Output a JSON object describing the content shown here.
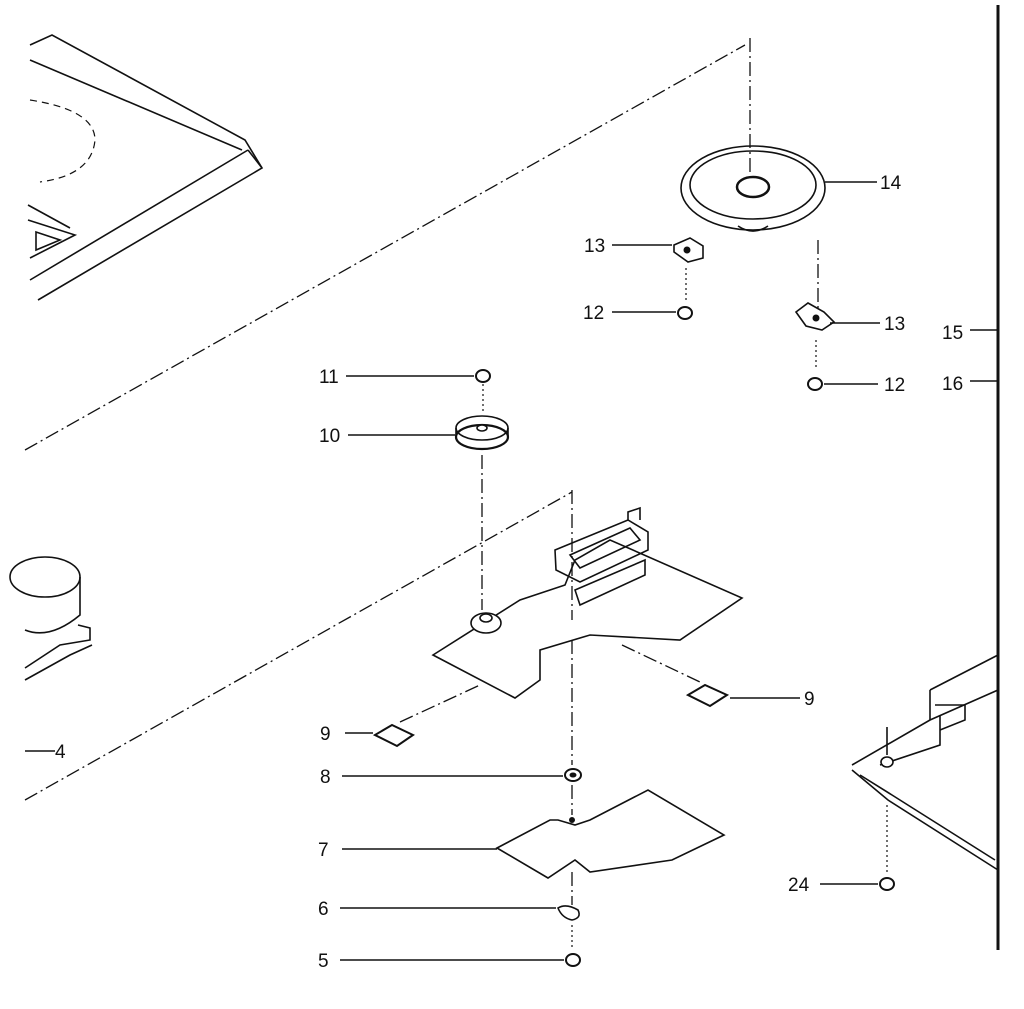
{
  "callouts": [
    {
      "key": "c4",
      "text": "4"
    },
    {
      "key": "c5",
      "text": "5"
    },
    {
      "key": "c6",
      "text": "6"
    },
    {
      "key": "c7",
      "text": "7"
    },
    {
      "key": "c8",
      "text": "8"
    },
    {
      "key": "c9a",
      "text": "9"
    },
    {
      "key": "c9b",
      "text": "9"
    },
    {
      "key": "c10",
      "text": "10"
    },
    {
      "key": "c11",
      "text": "11"
    },
    {
      "key": "c12a",
      "text": "12"
    },
    {
      "key": "c12b",
      "text": "12"
    },
    {
      "key": "c13a",
      "text": "13"
    },
    {
      "key": "c13b",
      "text": "13"
    },
    {
      "key": "c14",
      "text": "14"
    },
    {
      "key": "c15",
      "text": "15"
    },
    {
      "key": "c16",
      "text": "16"
    },
    {
      "key": "c24",
      "text": "24"
    }
  ]
}
